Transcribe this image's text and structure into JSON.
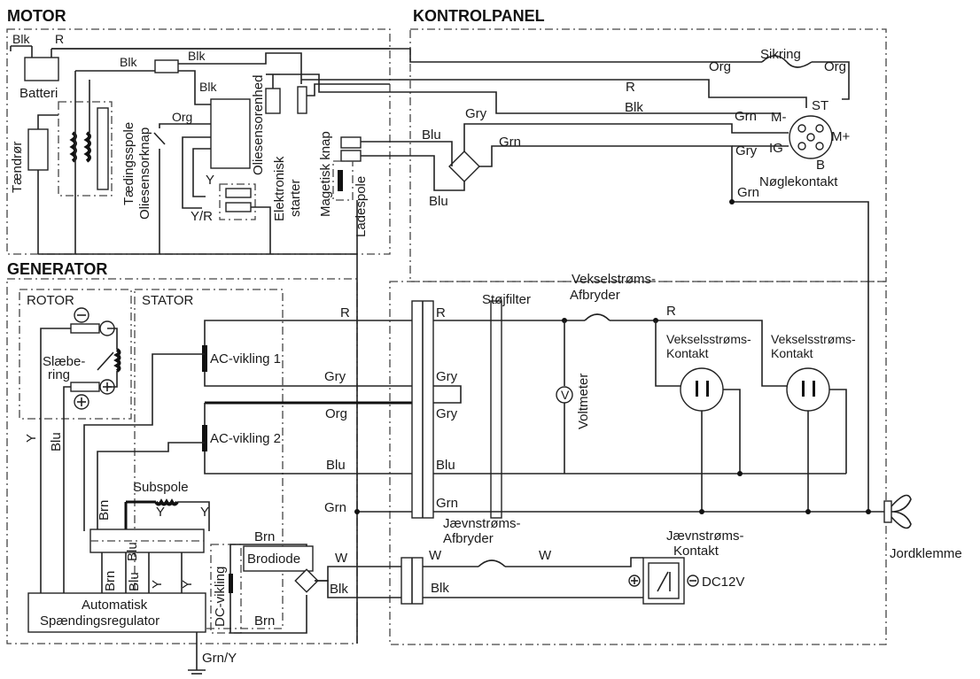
{
  "sections": {
    "motor": "MOTOR",
    "kontrolpanel": "KONTROLPANEL",
    "generator": "GENERATOR",
    "rotor": "ROTOR",
    "stator": "STATOR"
  },
  "components": {
    "batteri": "Batteri",
    "taendroer": "Tændrør",
    "taendingsspole": "Tædingsspole",
    "oliesensorknap": "Oliesensorknap",
    "oliesensorenhed": "Oliesensorenhed",
    "elektronisk_starter_1": "Elektronisk",
    "elektronisk_starter_2": "starter",
    "magnetisk_knap": "Magetisk knap",
    "ladespole": "Ladespole",
    "sikring": "Sikring",
    "noeglekontakt": "Nøglekontakt",
    "key_st": "ST",
    "key_m_minus": "M-",
    "key_m_plus": "M+",
    "key_ig": "IG",
    "key_b": "B",
    "slaebering_1": "Slæbe-",
    "slaebering_2": "ring",
    "ac_vikling_1": "AC-vikling 1",
    "ac_vikling_2": "AC-vikling 2",
    "subspole": "Subspole",
    "brodiode": "Brodiode",
    "dc_vikling": "DC-vikling",
    "regulator_1": "Automatisk",
    "regulator_2": "Spændingsregulator",
    "stoejfilter": "Støjfilter",
    "ac_afbryder_1": "Vekselstrøms-",
    "ac_afbryder_2": "Afbryder",
    "ac_kontakt_a1": "Vekselsstrøms-",
    "ac_kontakt_a2": "Kontakt",
    "ac_kontakt_b1": "Vekselsstrøms-",
    "ac_kontakt_b2": "Kontakt",
    "voltmeter": "Voltmeter",
    "voltmeter_symbol": "V",
    "dc_afbryder_1": "Jævnstrøms-",
    "dc_afbryder_2": "Afbryder",
    "dc_kontakt_1": "Jævnstrøms-",
    "dc_kontakt_2": "Kontakt",
    "dc12v": "DC12V",
    "jordklemme": "Jordklemme",
    "grn_y": "Grn/Y"
  },
  "wire_labels": {
    "blk": "Blk",
    "r": "R",
    "org": "Org",
    "gry": "Gry",
    "grn": "Grn",
    "blu": "Blu",
    "y": "Y",
    "y_r": "Y/R",
    "brn": "Brn",
    "w": "W"
  }
}
